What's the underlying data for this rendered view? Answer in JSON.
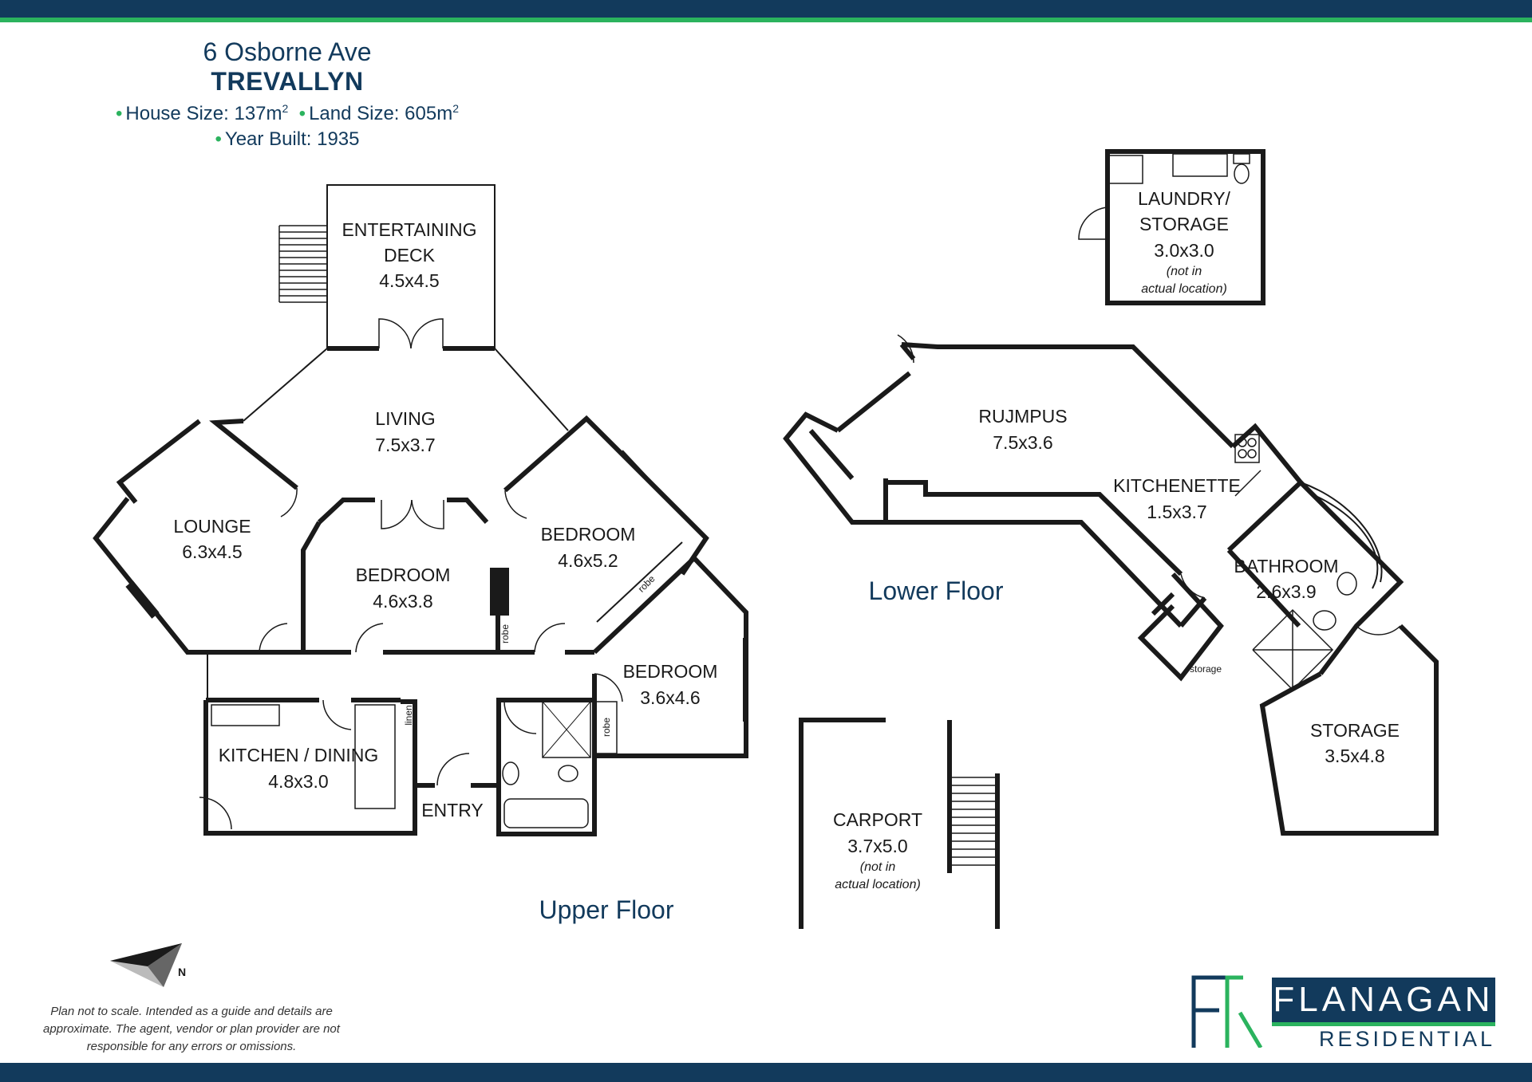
{
  "header": {
    "address": "6 Osborne Ave",
    "suburb": "TREVALLYN",
    "house_size": "House Size: 137m",
    "land_size": "Land Size: 605m",
    "year_built": "Year Built: 1935"
  },
  "upper_floor": {
    "label": "Upper Floor",
    "entertaining_deck": {
      "name_line1": "ENTERTAINING",
      "name_line2": "DECK",
      "size": "4.5x4.5"
    },
    "living": {
      "name": "LIVING",
      "size": "7.5x3.7"
    },
    "lounge": {
      "name": "LOUNGE",
      "size": "6.3x4.5"
    },
    "bedroom_mid": {
      "name": "BEDROOM",
      "size": "4.6x3.8"
    },
    "bedroom_right": {
      "name": "BEDROOM",
      "size": "4.6x5.2"
    },
    "bedroom_small": {
      "name": "BEDROOM",
      "size": "3.6x4.6"
    },
    "kitchen_dining": {
      "name": "KITCHEN / DINING",
      "size": "4.8x3.0"
    },
    "entry": {
      "name": "ENTRY"
    },
    "robe": "robe",
    "linen": "linen"
  },
  "lower_floor": {
    "label": "Lower Floor",
    "rumpus": {
      "name": "RUJMPUS",
      "size": "7.5x3.6"
    },
    "kitchenette": {
      "name": "KITCHENETTE",
      "size": "1.5x3.7"
    },
    "bathroom": {
      "name": "BATHROOM",
      "size": "2.6x3.9"
    },
    "storage_main": {
      "name": "STORAGE",
      "size": "3.5x4.8"
    },
    "storage_small": "storage",
    "laundry": {
      "name_line1": "LAUNDRY/",
      "name_line2": "STORAGE",
      "size": "3.0x3.0",
      "note_line1": "(not in",
      "note_line2": "actual location)"
    },
    "carport": {
      "name": "CARPORT",
      "size": "3.7x5.0",
      "note_line1": "(not in",
      "note_line2": "actual location)"
    }
  },
  "compass": {
    "letter": "N"
  },
  "disclaimer": "Plan not to scale. Intended as a guide and details are approximate. The agent, vendor or plan provider are not responsible for any errors or omissions.",
  "logo": {
    "monogram": "FR",
    "name": "FLANAGAN",
    "sub": "RESIDENTIAL"
  },
  "colors": {
    "brand_navy": "#123a5c",
    "brand_green": "#2bb35e",
    "wall": "#1a1a1a"
  }
}
